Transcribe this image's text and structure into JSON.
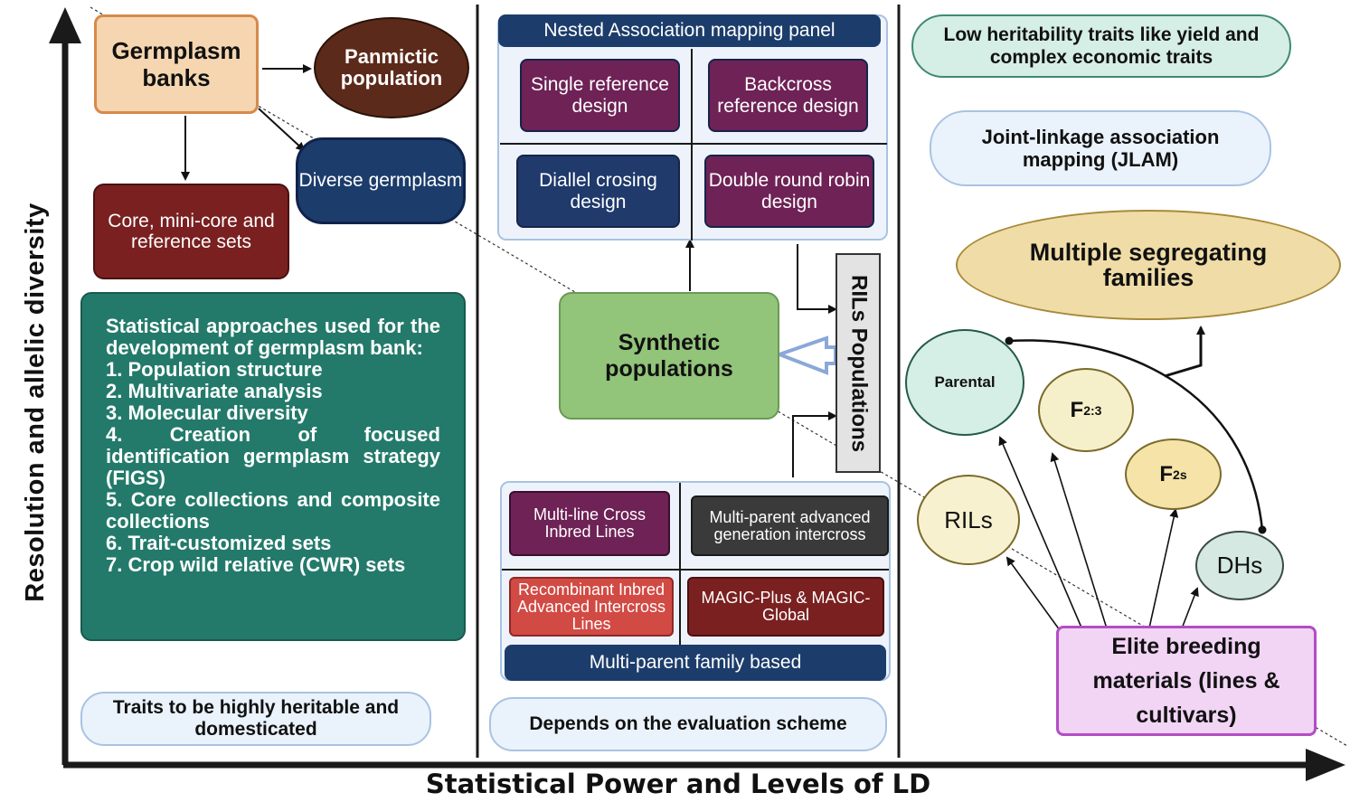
{
  "axes": {
    "y_label": "Resolution and allelic diversity",
    "x_label": "Statistical Power and Levels of LD"
  },
  "left_panel": {
    "germplasm_banks": "Germplasm banks",
    "panmictic_population": "Panmictic population",
    "diverse_germplasm": "Diverse germplasm",
    "core_sets": "Core, mini-core and reference sets",
    "statistical_box": {
      "heading": "Statistical approaches used for the development of germplasm bank:",
      "items": [
        "1. Population structure",
        "2. Multivariate analysis",
        "3. Molecular diversity",
        "4. Creation of focused identification germplasm strategy (FIGS)",
        "5. Core collections and composite collections",
        "6. Trait-customized sets",
        "7. Crop wild relative (CWR) sets"
      ]
    },
    "footer_pill": "Traits to be highly heritable and domesticated"
  },
  "middle_panel": {
    "nam_title": "Nested Association mapping panel",
    "nam_designs": [
      "Single reference design",
      "Backcross reference design",
      "Diallel crosing design",
      "Double round robin design"
    ],
    "synthetic_populations": "Synthetic populations",
    "rils_populations": "RILs Populations",
    "multi_parent_boxes": [
      "Multi-line Cross Inbred Lines",
      "Multi-parent advanced generation intercross",
      "Recombinant Inbred Advanced Intercross Lines",
      "MAGIC-Plus & MAGIC-Global"
    ],
    "multi_parent_title": "Multi-parent family based",
    "footer_pill": "Depends on the evaluation scheme"
  },
  "right_panel": {
    "low_heritability": "Low heritability traits like yield and complex economic traits",
    "jlam": "Joint-linkage association mapping (JLAM)",
    "multiple_segregating": "Multiple segregating families",
    "parental": "Parental",
    "f23_base": "F",
    "f23_sub": "2:3",
    "f2s_base": "F",
    "f2s_sub": "2s",
    "rils": "RILs",
    "dhs": "DHs",
    "elite": "Elite breeding materials (lines & cultivars)"
  },
  "colors": {
    "axis": "#1a1a1a",
    "germplasm_fill": "#f6d6b0",
    "germplasm_border": "#d68a4a",
    "panmictic_fill": "#5c2a1a",
    "diverse_fill": "#1c3d6b",
    "core_fill": "#7a2020",
    "stat_fill": "#237a6a",
    "nam_title_fill": "#1c3d6b",
    "nam_panel_fill": "#eef3fb",
    "synthetic_fill": "#92c47a",
    "multiple_fill": "#f0dca6",
    "teal_pill_fill": "#d5eee6",
    "elite_fill": "#f2d4f5",
    "elite_border": "#b24dc4"
  }
}
